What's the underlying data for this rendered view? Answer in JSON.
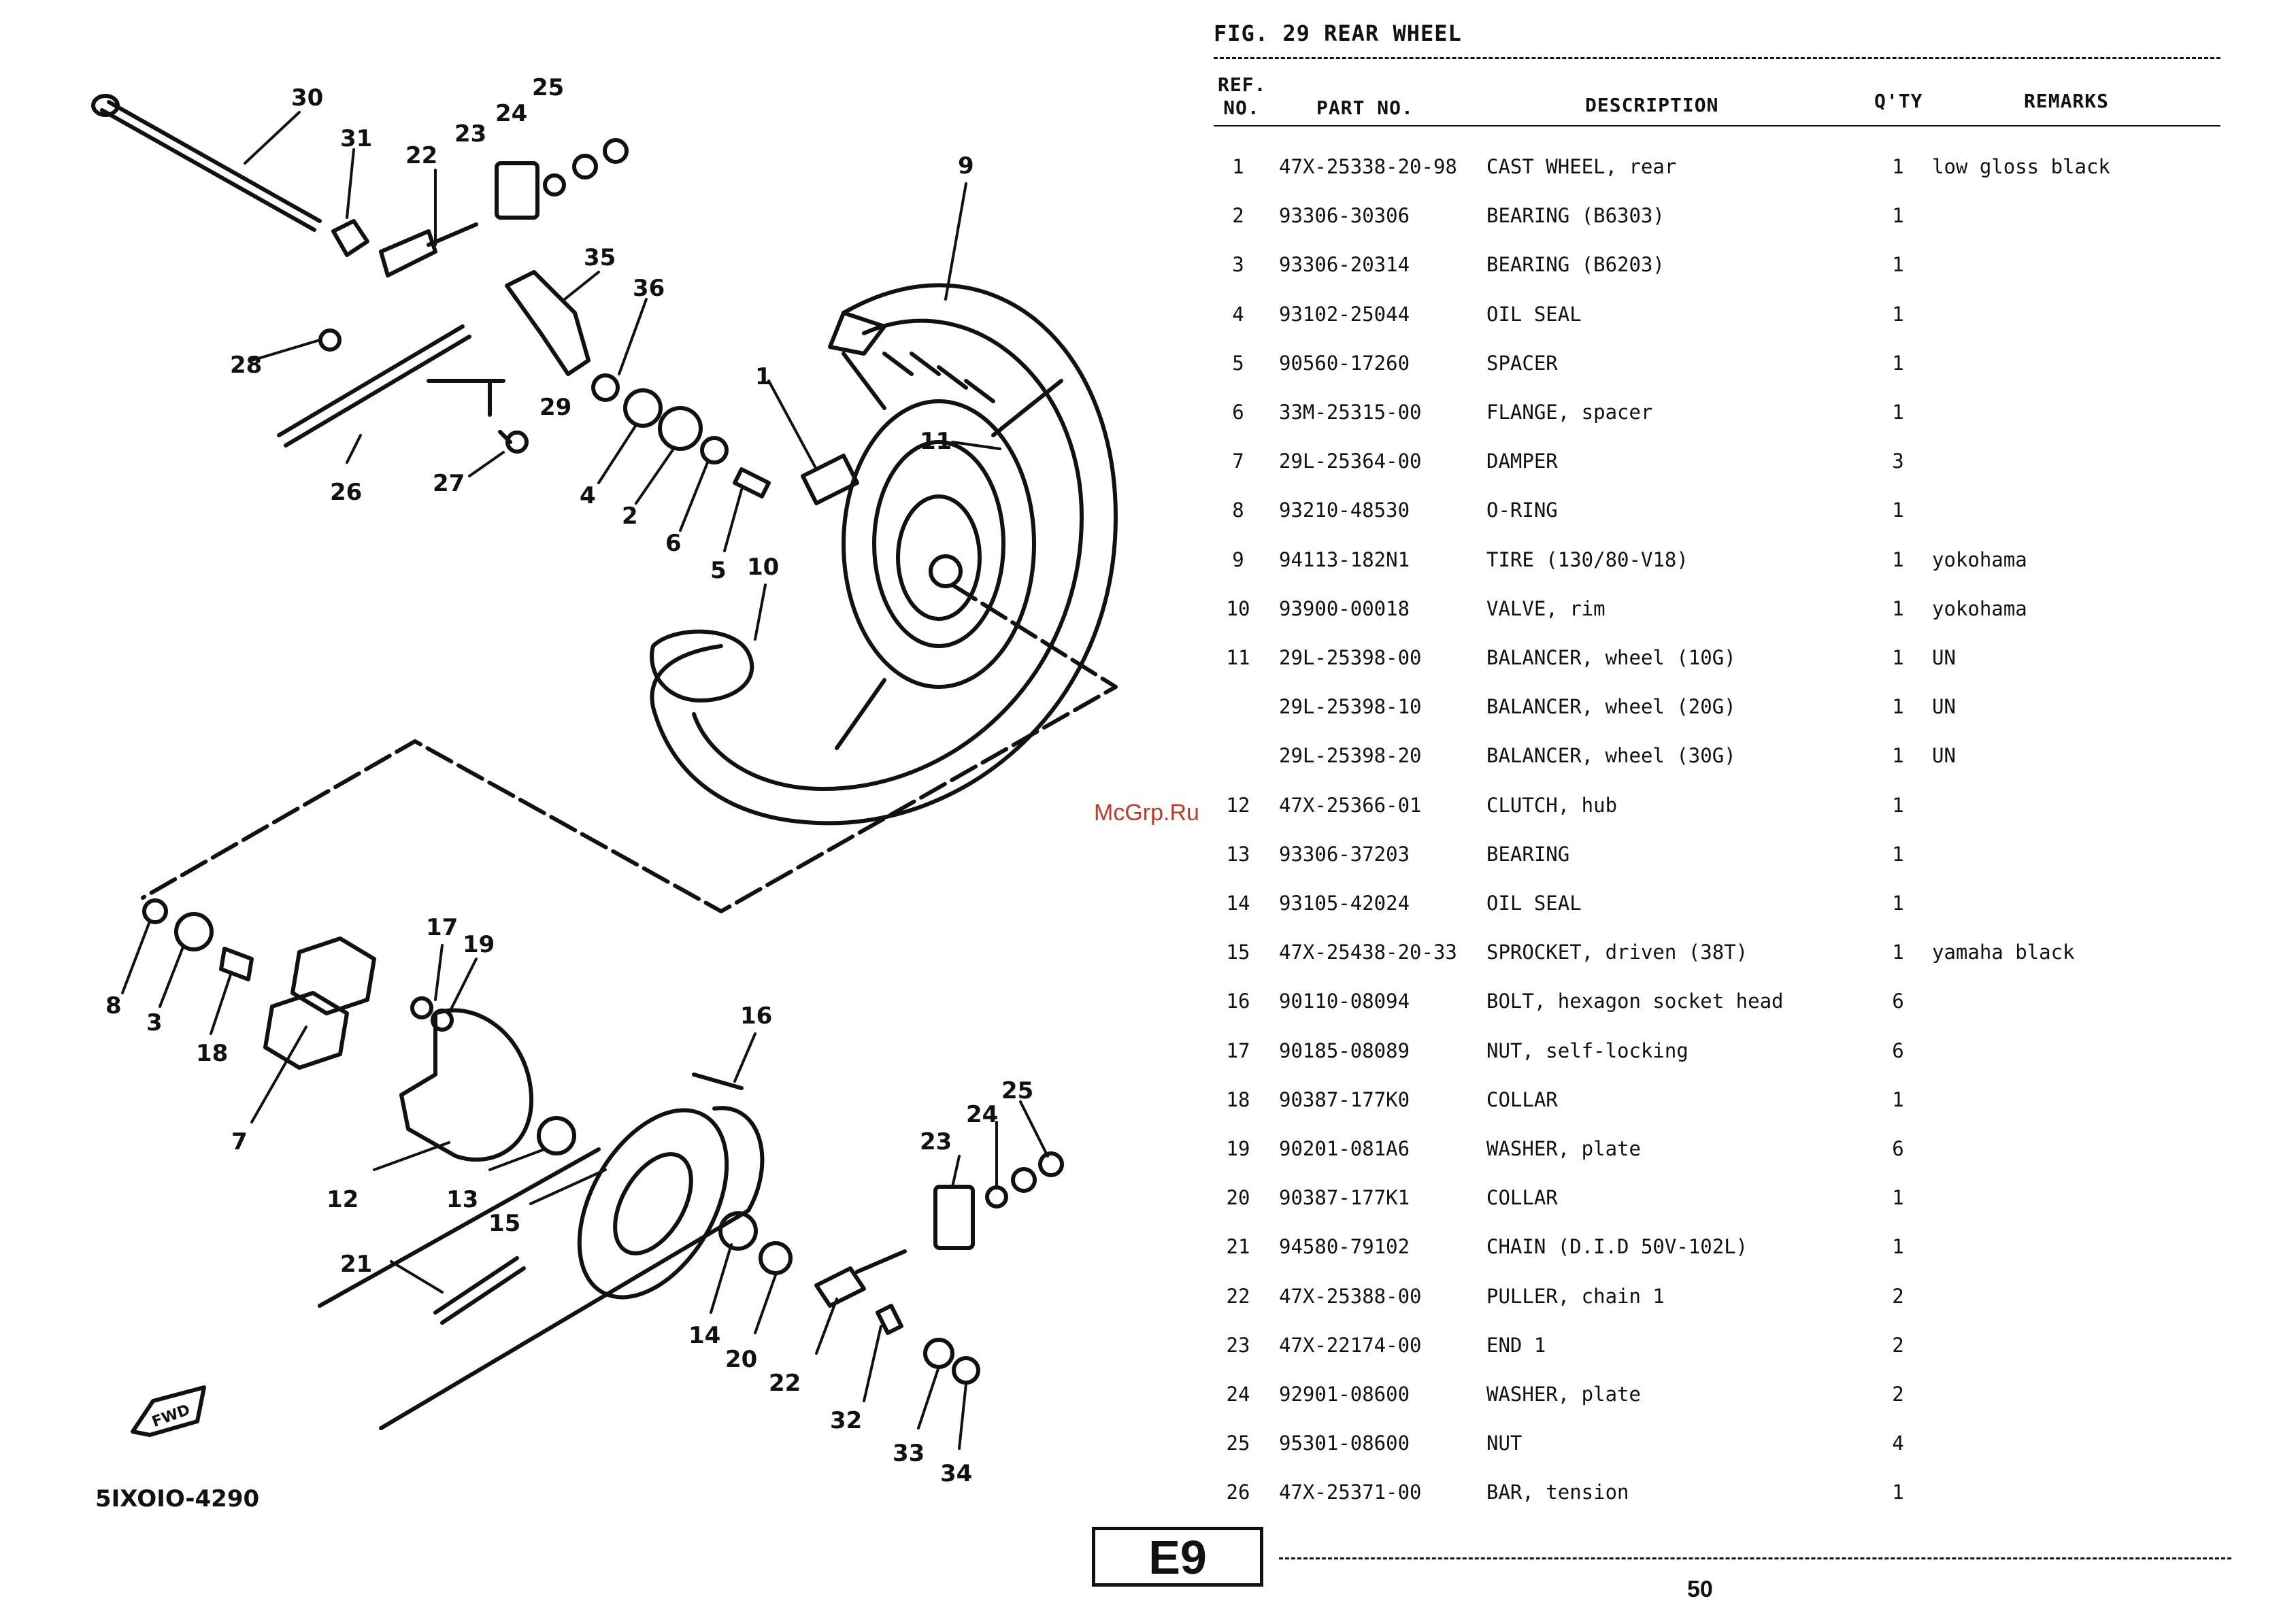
{
  "page": {
    "figure_title": "FIG. 29  REAR WHEEL",
    "diagram_code": "5IXOIO-4290",
    "watermark": "McGrp.Ru",
    "section_badge": "E9",
    "page_number": "50"
  },
  "table": {
    "headers": {
      "ref_line1": "REF.",
      "ref_line2": "NO.",
      "part_no": "PART NO.",
      "description": "DESCRIPTION",
      "qty": "Q'TY",
      "remarks": "REMARKS"
    },
    "rows": [
      {
        "ref": "1",
        "part": "47X-25338-20-98",
        "desc": "CAST WHEEL, rear",
        "qty": "1",
        "remarks": "low gloss black"
      },
      {
        "ref": "2",
        "part": "93306-30306",
        "desc": "BEARING (B6303)",
        "qty": "1",
        "remarks": ""
      },
      {
        "ref": "3",
        "part": "93306-20314",
        "desc": "BEARING (B6203)",
        "qty": "1",
        "remarks": ""
      },
      {
        "ref": "4",
        "part": "93102-25044",
        "desc": "OIL SEAL",
        "qty": "1",
        "remarks": ""
      },
      {
        "ref": "5",
        "part": "90560-17260",
        "desc": "SPACER",
        "qty": "1",
        "remarks": ""
      },
      {
        "ref": "6",
        "part": "33M-25315-00",
        "desc": "FLANGE, spacer",
        "qty": "1",
        "remarks": ""
      },
      {
        "ref": "7",
        "part": "29L-25364-00",
        "desc": "DAMPER",
        "qty": "3",
        "remarks": ""
      },
      {
        "ref": "8",
        "part": "93210-48530",
        "desc": "O-RING",
        "qty": "1",
        "remarks": ""
      },
      {
        "ref": "9",
        "part": "94113-182N1",
        "desc": "TIRE (130/80-V18)",
        "qty": "1",
        "remarks": "yokohama"
      },
      {
        "ref": "10",
        "part": "93900-00018",
        "desc": "VALVE, rim",
        "qty": "1",
        "remarks": "yokohama"
      },
      {
        "ref": "11",
        "part": "29L-25398-00",
        "desc": "BALANCER, wheel (10G)",
        "qty": "1",
        "remarks": "UN"
      },
      {
        "ref": "",
        "part": "29L-25398-10",
        "desc": "BALANCER, wheel (20G)",
        "qty": "1",
        "remarks": "UN"
      },
      {
        "ref": "",
        "part": "29L-25398-20",
        "desc": "BALANCER, wheel (30G)",
        "qty": "1",
        "remarks": "UN"
      },
      {
        "ref": "12",
        "part": "47X-25366-01",
        "desc": "CLUTCH, hub",
        "qty": "1",
        "remarks": ""
      },
      {
        "ref": "13",
        "part": "93306-37203",
        "desc": "BEARING",
        "qty": "1",
        "remarks": ""
      },
      {
        "ref": "14",
        "part": "93105-42024",
        "desc": "OIL SEAL",
        "qty": "1",
        "remarks": ""
      },
      {
        "ref": "15",
        "part": "47X-25438-20-33",
        "desc": "SPROCKET, driven (38T)",
        "qty": "1",
        "remarks": "yamaha black"
      },
      {
        "ref": "16",
        "part": "90110-08094",
        "desc": "BOLT, hexagon socket head",
        "qty": "6",
        "remarks": ""
      },
      {
        "ref": "17",
        "part": "90185-08089",
        "desc": "NUT, self-locking",
        "qty": "6",
        "remarks": ""
      },
      {
        "ref": "18",
        "part": "90387-177K0",
        "desc": "COLLAR",
        "qty": "1",
        "remarks": ""
      },
      {
        "ref": "19",
        "part": "90201-081A6",
        "desc": "WASHER, plate",
        "qty": "6",
        "remarks": ""
      },
      {
        "ref": "20",
        "part": "90387-177K1",
        "desc": "COLLAR",
        "qty": "1",
        "remarks": ""
      },
      {
        "ref": "21",
        "part": "94580-79102",
        "desc": "CHAIN (D.I.D 50V-102L)",
        "qty": "1",
        "remarks": ""
      },
      {
        "ref": "22",
        "part": "47X-25388-00",
        "desc": "PULLER, chain 1",
        "qty": "2",
        "remarks": ""
      },
      {
        "ref": "23",
        "part": "47X-22174-00",
        "desc": "END 1",
        "qty": "2",
        "remarks": ""
      },
      {
        "ref": "24",
        "part": "92901-08600",
        "desc": "WASHER, plate",
        "qty": "2",
        "remarks": ""
      },
      {
        "ref": "25",
        "part": "95301-08600",
        "desc": "NUT",
        "qty": "4",
        "remarks": ""
      },
      {
        "ref": "26",
        "part": "47X-25371-00",
        "desc": "BAR, tension",
        "qty": "1",
        "remarks": ""
      }
    ]
  },
  "diagram": {
    "callouts": [
      "30",
      "31",
      "22",
      "23",
      "24",
      "25",
      "9",
      "35",
      "36",
      "28",
      "29",
      "26",
      "27",
      "1",
      "11",
      "4",
      "2",
      "6",
      "5",
      "10",
      "8",
      "3",
      "18",
      "7",
      "17",
      "19",
      "16",
      "12",
      "13",
      "15",
      "21",
      "23",
      "24",
      "25",
      "14",
      "20",
      "22",
      "32",
      "33",
      "34"
    ],
    "arrow_label": "FWD"
  }
}
